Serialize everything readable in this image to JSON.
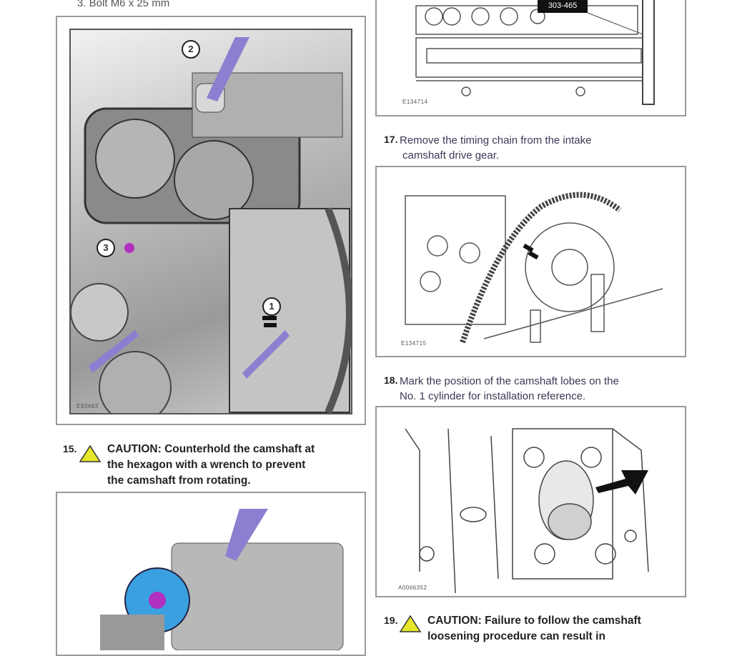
{
  "top_item": "3.  Bolt M6 x 25 mm",
  "figures": {
    "fig1": {
      "id": "E93483",
      "callouts": [
        "1",
        "2",
        "3"
      ]
    },
    "fig_top_right": {
      "id": "E134714",
      "tool_label": "303-465"
    },
    "fig17": {
      "id": "E134715"
    },
    "fig18": {
      "id": "A0066352"
    }
  },
  "steps": {
    "s15": {
      "number": "15.",
      "text_lines": [
        "CAUTION: Counterhold the camshaft at",
        "the hexagon with a wrench to prevent",
        "the camshaft from rotating."
      ]
    },
    "s17": {
      "number": "17.",
      "text_lines": [
        "Remove the timing chain from the intake",
        "camshaft drive gear."
      ]
    },
    "s18": {
      "number": "18.",
      "text_lines": [
        "Mark the position of the camshaft lobes on the",
        "No. 1 cylinder for installation reference."
      ]
    },
    "s19": {
      "number": "19.",
      "text_lines": [
        "CAUTION: Failure to follow the camshaft",
        "loosening procedure can result in"
      ]
    }
  },
  "colors": {
    "caution_yellow": "#e6e62a",
    "wrench_purple": "#8a7fd0",
    "highlight_magenta": "#b030c0",
    "cyan": "#3aa0e0"
  }
}
